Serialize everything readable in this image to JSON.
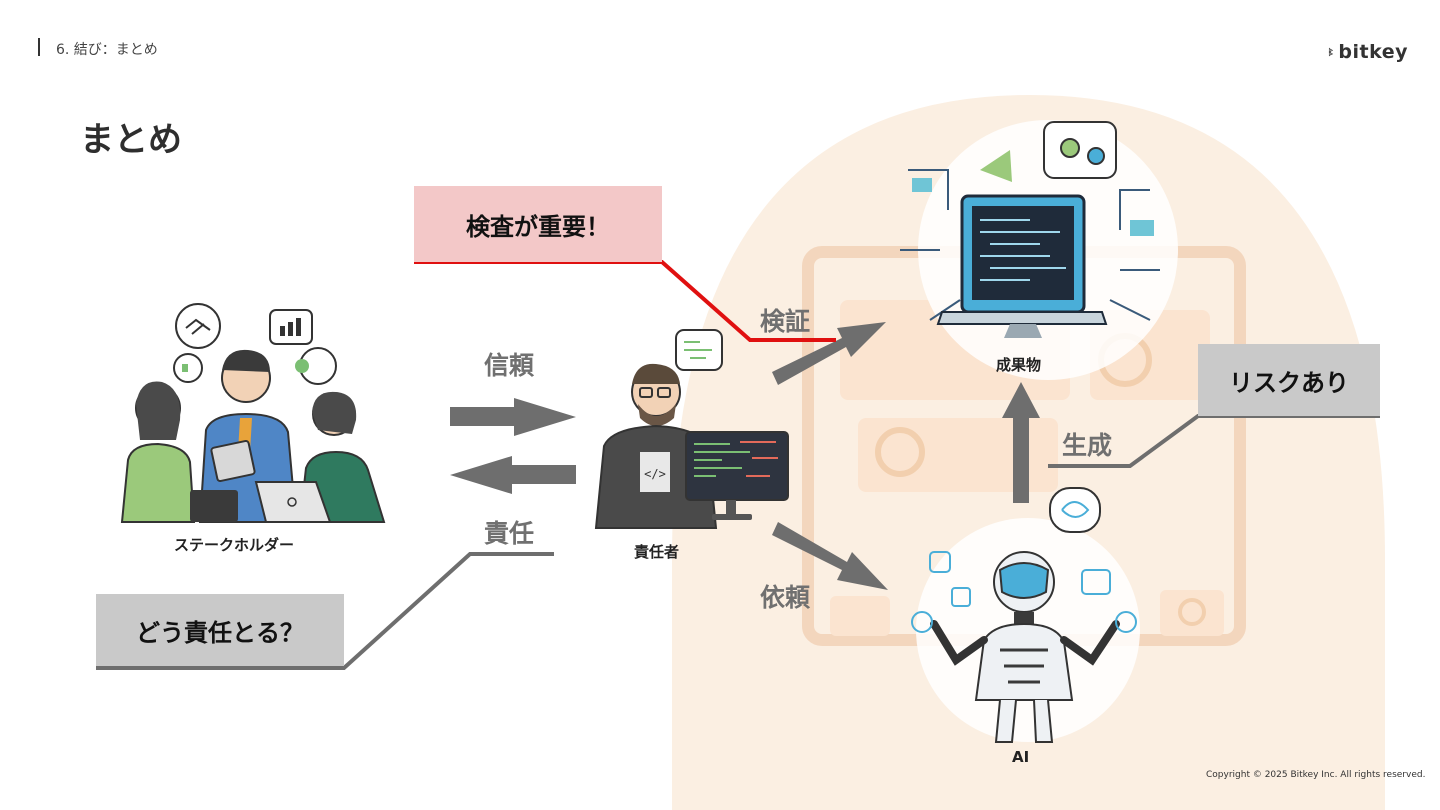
{
  "header": {
    "section_label": "6. 結び：まとめ",
    "logo_text": "bitkey",
    "title": "まとめ"
  },
  "nodes": {
    "stakeholders": "ステークホルダー",
    "responsible": "責任者",
    "deliverable": "成果物",
    "ai": "AI"
  },
  "edges": {
    "trust": "信頼",
    "responsibility": "責任",
    "verify": "検証",
    "request": "依頼",
    "generate": "生成"
  },
  "callouts": {
    "inspection": "検査が重要！",
    "risk": "リスクあり",
    "accountability": "どう責任とる？"
  },
  "footer": {
    "copyright": "Copyright © 2025 Bitkey Inc. All rights reserved."
  },
  "colors": {
    "accent_red": "#e01010",
    "arrow_grey": "#6e6e6e",
    "callout_pink": "#f3c8c8",
    "callout_grey": "#c9c9c9",
    "bg_peach": "#fbeee0"
  }
}
